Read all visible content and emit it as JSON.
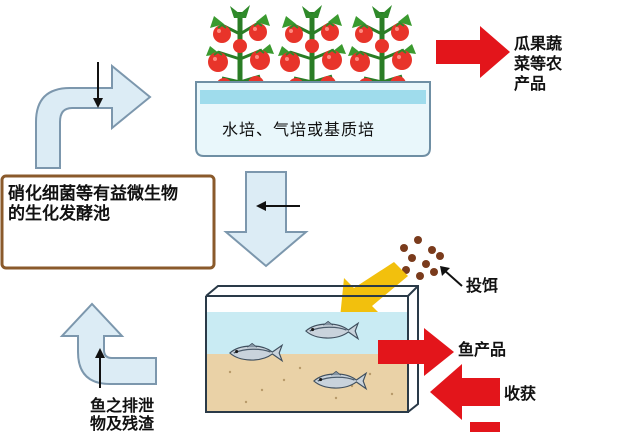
{
  "labels": {
    "planter": "水培、气培或基质培",
    "produce_line1": "瓜果蔬",
    "produce_line2": "菜等农",
    "produce_line3": "产品",
    "bio_pool_line1": "硝化细菌等有益微生物",
    "bio_pool_line2": "的生化发酵池",
    "feeding": "投饵",
    "fish_product": "鱼产品",
    "harvest": "收获",
    "waste_line1": "鱼之排泄",
    "waste_line2": "物及残渣"
  },
  "colors": {
    "flow_arrow": "#dcecf5",
    "flow_arrow_stroke": "#7c97ad",
    "output_arrow": "#e3151b",
    "feed_arrow": "#f2c00d",
    "pool_border": "#8a5a2b",
    "water": "#c9ebf3",
    "sand": "#ead2a7",
    "tomato": "#e8342a",
    "leaf": "#2f8a2a",
    "feed_pellet": "#7a3b1c"
  },
  "icons": [
    "tomato-plant-icon",
    "fish-icon",
    "feed-pellet-icon"
  ]
}
